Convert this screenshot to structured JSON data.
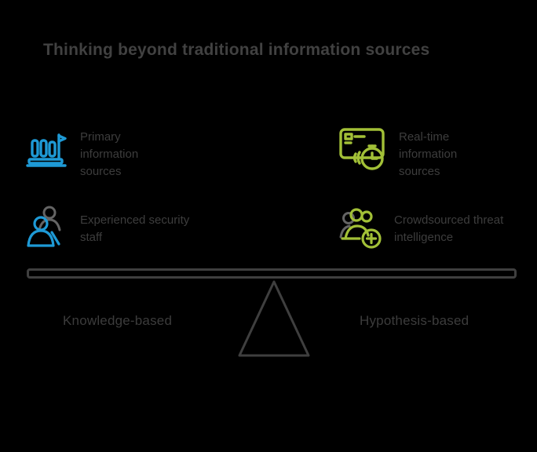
{
  "colors": {
    "background": "#000000",
    "accent_blue": "#1e9ad6",
    "accent_green": "#a2c037",
    "text_gray": "#3d3d3d",
    "shape_gray": "#3f3f3f",
    "icon_back_gray": "#646464"
  },
  "title": "Thinking beyond traditional information sources",
  "cards": {
    "top_left": {
      "icon": "bank-building-icon",
      "line1": "Primary",
      "line2": "information",
      "line3": "sources"
    },
    "top_right": {
      "icon": "real-time-clock-icon",
      "line1": "Real-time",
      "line2": "information",
      "line3": "sources"
    },
    "bottom_left": {
      "icon": "two-people-icon",
      "line1": "Experienced security",
      "line2": "staff"
    },
    "bottom_right": {
      "icon": "add-people-icon",
      "line1": "Crowdsourced threat",
      "line2": "intelligence"
    }
  },
  "seesaw": {
    "left_label": "Knowledge-based",
    "right_label": "Hypothesis-based"
  }
}
